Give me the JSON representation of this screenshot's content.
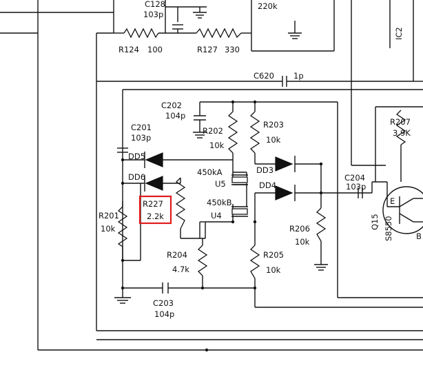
{
  "labels": {
    "c128": "C128",
    "c128_val": "103p",
    "r124": "R124",
    "r124_val": "100",
    "r127": "R127",
    "r127_val": "330",
    "top_res_val": "220k",
    "ic2": "IC2",
    "c620": "C620",
    "c620_val": "1p",
    "c202": "C202",
    "c202_val": "104p",
    "c201": "C201",
    "c201_val": "103p",
    "r202": "R202",
    "r202_val": "10k",
    "r203": "R203",
    "r203_val": "10k",
    "r207": "R207",
    "r207_val": "3.9K",
    "dd5": "DD5",
    "dd6": "DD6",
    "dd3": "DD3",
    "dd4": "DD4",
    "xtal_a": "450kA",
    "u5": "U5",
    "xtal_b": "450kB",
    "u4": "U4",
    "r227": "R227",
    "r227_val": "2.2k",
    "c204": "C204",
    "c204_val": "103p",
    "r201": "R201",
    "r201_val": "10k",
    "r206": "R206",
    "r206_val": "10k",
    "r204": "R204",
    "r204_val": "4.7k",
    "r205": "R205",
    "r205_val": "10k",
    "q15": "Q15",
    "q15_type": "S8550",
    "emitter": "E",
    "base": "B",
    "c203": "C203",
    "c203_val": "104p"
  },
  "highlight_color": "#e01b1b"
}
